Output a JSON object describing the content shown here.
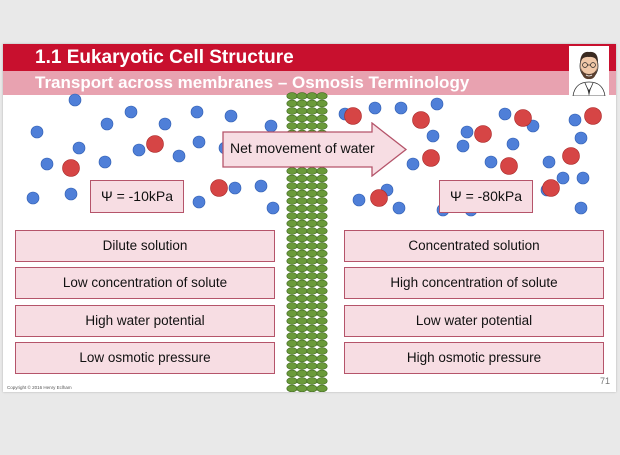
{
  "slide": {
    "title": "1.1 Eukaryotic Cell Structure",
    "subtitle": "Transport across membranes – Osmosis Terminology",
    "copyright": "Copyright © 2016 Henry Eclham",
    "page_number": "71"
  },
  "arrow_label": "Net movement of water",
  "left": {
    "psi": "Ψ = -10kPa",
    "rows": [
      "Dilute solution",
      "Low concentration of solute",
      "High water potential",
      "Low osmotic pressure"
    ]
  },
  "right": {
    "psi": "Ψ = -80kPa",
    "rows": [
      "Concentrated solution",
      "High concentration of solute",
      "Low water potential",
      "High osmotic pressure"
    ]
  },
  "colors": {
    "title_bar": "#c8102e",
    "subtitle_bar": "#e8a2b0",
    "water": "#4f7fd8",
    "solute": "#d64545",
    "membrane": "#6a9a3a"
  },
  "icons": [
    "avatar-cartoon-icon",
    "membrane-icon",
    "arrow-right-icon"
  ]
}
